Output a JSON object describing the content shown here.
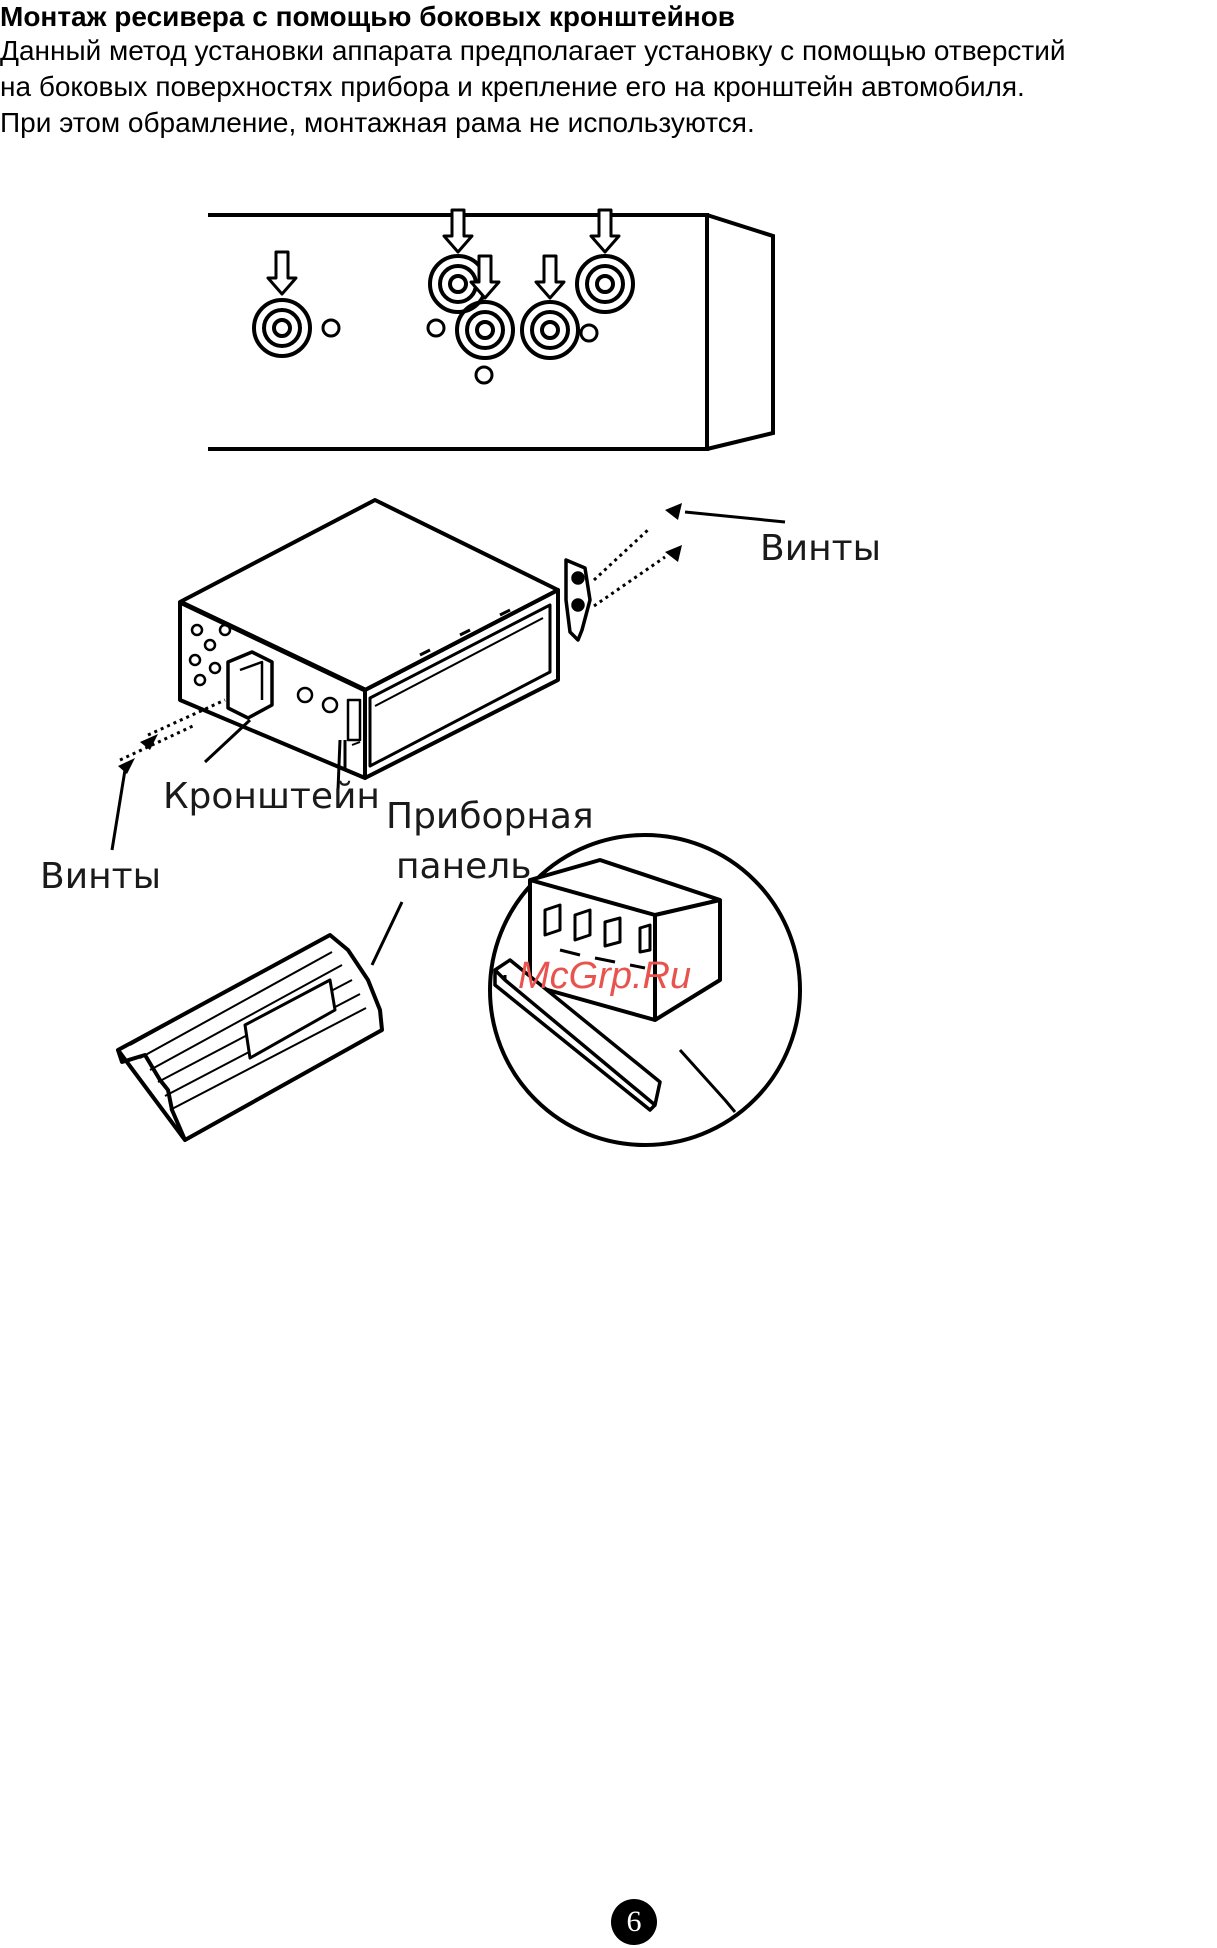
{
  "heading": "Монтаж ресивера с помощью боковых кронштейнов",
  "paragraph_lines": [
    "Данный метод установки аппарата предполагает установку с помощью отверстий",
    "на боковых поверхностях прибора и крепление его на кронштейн автомобиля.",
    "При этом обрамление, монтажная рама не используются."
  ],
  "labels": {
    "screws_right": "Винты",
    "screws_left": "Винты",
    "bracket": "Кронштейн",
    "panel_line1": "Приборная",
    "panel_line2": "панель"
  },
  "watermark": "McGrp.Ru",
  "page_number": "6"
}
